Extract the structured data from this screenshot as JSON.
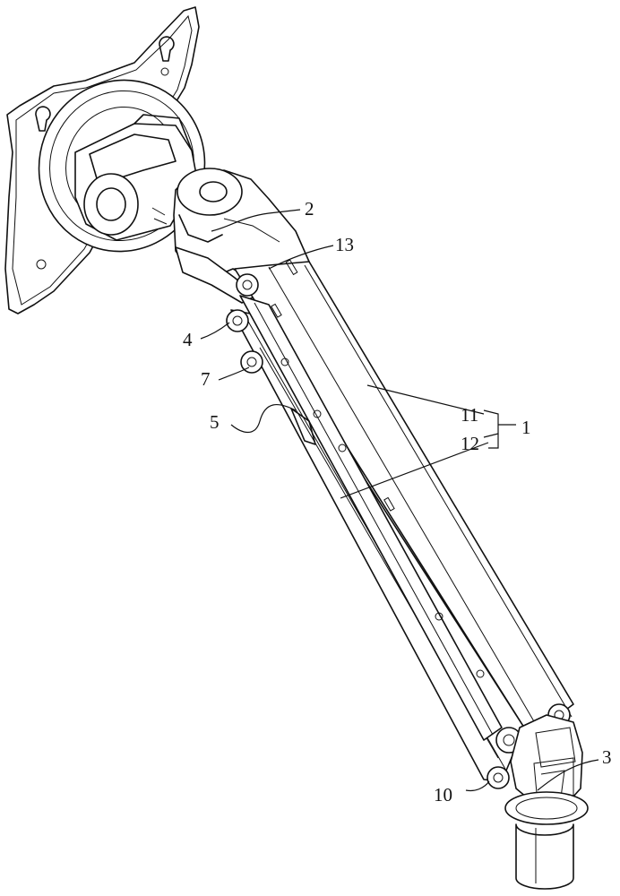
{
  "labels": {
    "l1": "1",
    "l2": "2",
    "l3": "3",
    "l4": "4",
    "l5": "5",
    "l7": "7",
    "l10": "10",
    "l11": "11",
    "l12": "12",
    "l13": "13"
  }
}
